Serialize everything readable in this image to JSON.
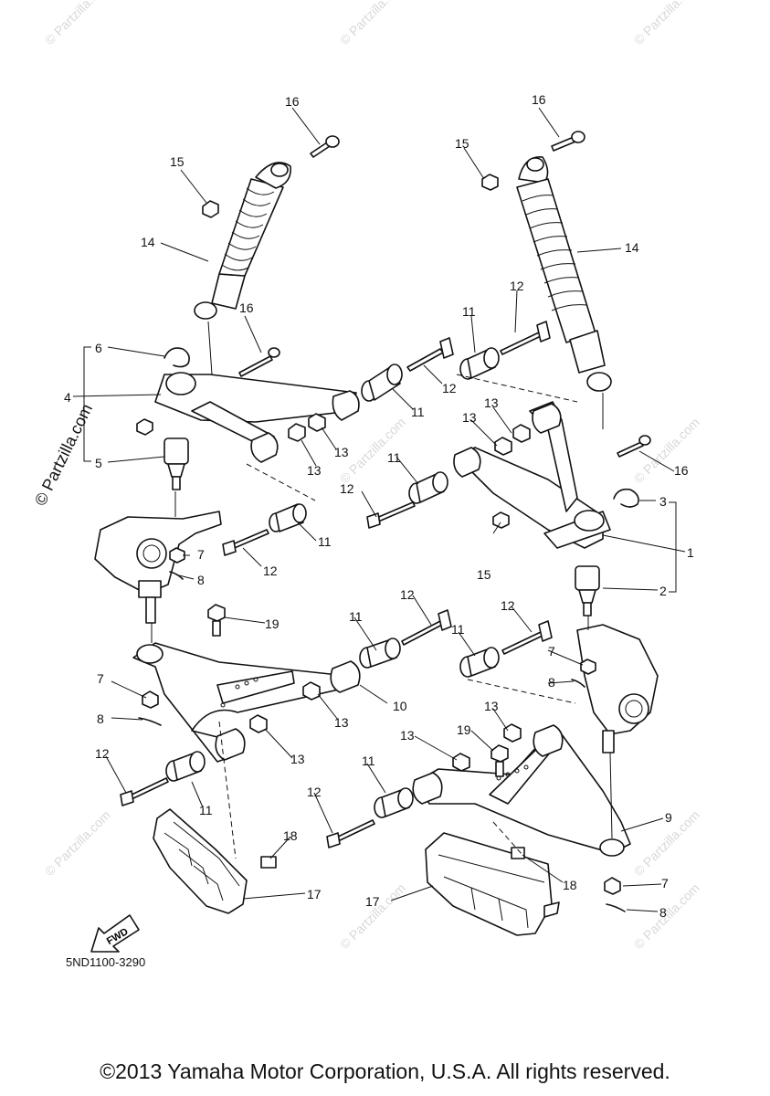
{
  "watermark": "© Partzilla.com",
  "side_watermark": "© Partzilla.com",
  "fwd_label": "FWD",
  "diagram_code": "5ND1100-3290",
  "copyright": "©2013 Yamaha Motor Corporation, U.S.A. All rights reserved.",
  "callouts": [
    "1",
    "2",
    "3",
    "4",
    "5",
    "6",
    "7",
    "8",
    "9",
    "10",
    "11",
    "12",
    "13",
    "14",
    "15",
    "16",
    "17",
    "18",
    "19"
  ]
}
